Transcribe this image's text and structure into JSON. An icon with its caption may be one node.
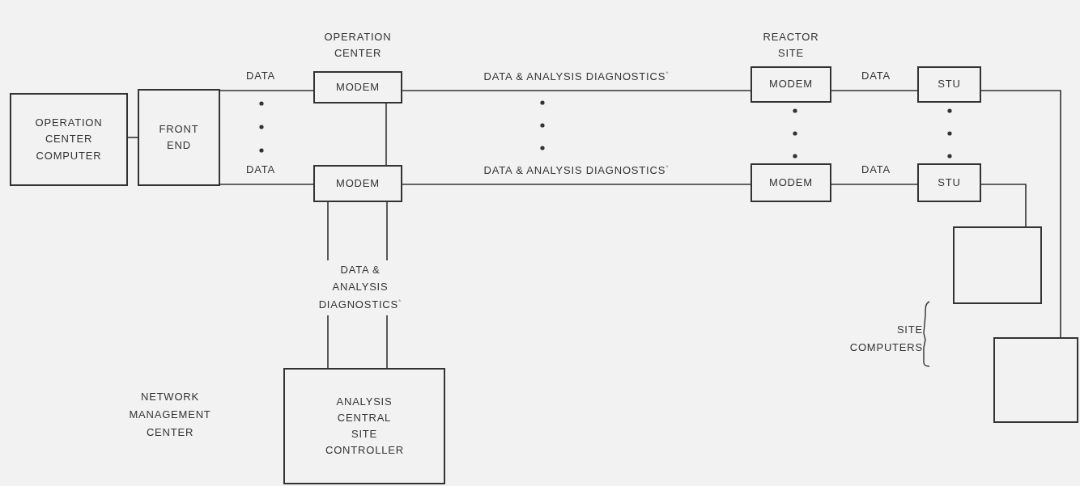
{
  "diagram": {
    "nodes": [
      {
        "text": [
          "OPERATION CENTER COMPUTER"
        ]
      },
      {
        "text": [
          "FRONT END"
        ]
      },
      {
        "text": [
          "MODEM"
        ],
        "beside": [
          "OPERATION CENTER"
        ]
      },
      {
        "text": [
          "MODEM"
        ]
      },
      {
        "text": [
          "MODEM"
        ],
        "beside": [
          "REACTOR SITE"
        ]
      },
      {
        "text": [
          "MODEM"
        ]
      },
      {
        "text": [
          "STU"
        ]
      },
      {
        "text": [
          "STU"
        ]
      },
      {
        "text": [],
        "shape": "box"
      },
      {
        "text": [],
        "shape": "box"
      },
      {
        "text": [
          "ANALYSIS CENTRAL SITE CONTROLLER"
        ]
      }
    ],
    "edges": [
      {
        "from": 0,
        "to": 1,
        "arrow": "none"
      },
      {
        "from": 1,
        "to": 2,
        "arrow": "none",
        "label": "DATA"
      },
      {
        "from": 1,
        "to": 3,
        "arrow": "none",
        "label": "DATA"
      },
      {
        "from": 2,
        "to": 3,
        "arrow": "none"
      },
      {
        "from": 2,
        "to": 4,
        "arrow": "none",
        "label": "DATA & ANALYSIS DIAGNOSTICS$^{*}$"
      },
      {
        "from": 3,
        "to": 5,
        "arrow": "none",
        "label": "DATA & ANALYSIS DIAGNOSTICS$^{*}$"
      },
      {
        "from": 4,
        "to": 6,
        "arrow": "none",
        "label": "DATA"
      },
      {
        "from": 5,
        "to": 7,
        "arrow": "none",
        "label": "DATA"
      },
      {
        "from": 6,
        "to": 9,
        "arrow": "none"
      },
      {
        "from": 7,
        "to": 8,
        "arrow": "none"
      },
      {
        "from": 3,
        "to": 10,
        "arrow": "none",
        "label": "DATA & ANALYSIS DIAGNOSTICS$^{*}$"
      },
      {
        "from": 3,
        "to": 10,
        "arrow": "none"
      }
    ],
    "labels": [
      "SITE COMPUTERS",
      "NETWORK MANAGEMENT CENTER"
    ]
  }
}
